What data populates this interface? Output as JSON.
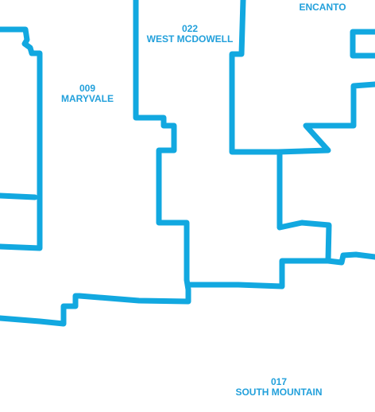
{
  "map": {
    "boundary_color": "#12a8e0",
    "label_color": "#22a0db",
    "districts": [
      {
        "id": "022",
        "name": "WEST MCDOWELL"
      },
      {
        "id": "009",
        "name": "MARYVALE"
      },
      {
        "id": "",
        "name": "ENCANTO"
      },
      {
        "id": "017",
        "name": "SOUTH MOUNTAIN"
      }
    ]
  }
}
